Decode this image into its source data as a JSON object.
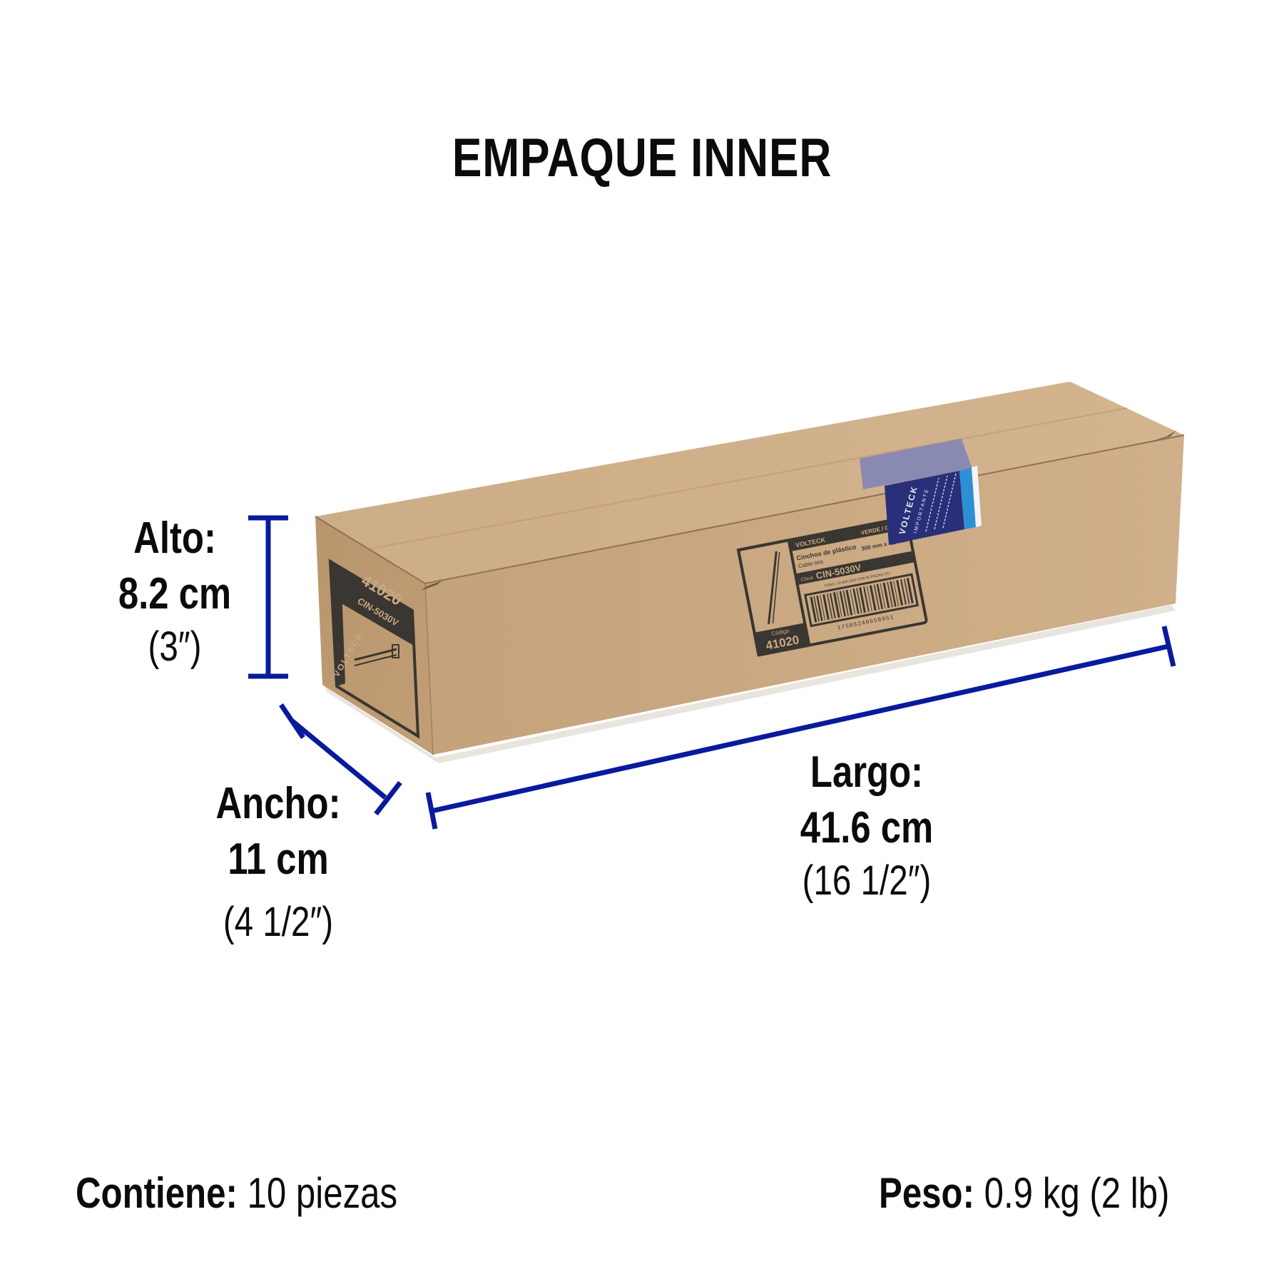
{
  "title": "EMPAQUE INNER",
  "colors": {
    "dimension_marker": "#0a1a9c",
    "cardboard_front": "#c9a982",
    "cardboard_top": "#cdae88",
    "cardboard_side": "#b8966e",
    "print_dark": "#3a3631",
    "seal_blue": "#2a2f7a",
    "seal_stripe": "#2d8fd6",
    "text": "#0b0b0b"
  },
  "dimensions": {
    "alto": {
      "label": "Alto:",
      "metric": "8.2 cm",
      "imperial": "(3″)"
    },
    "ancho": {
      "label": "Ancho:",
      "metric": "11 cm",
      "imperial": "(4 1/2″)"
    },
    "largo": {
      "label": "Largo:",
      "metric": "41.6 cm",
      "imperial": "(16 1/2″)"
    }
  },
  "footer": {
    "contents_label": "Contiene:",
    "contents_value": "10 piezas",
    "weight_label": "Peso:",
    "weight_value": "0.9 kg (2 lb)"
  },
  "box_label": {
    "brand": "VOLTECK",
    "color": "VERDE / GREEN",
    "product_name": "Cinchos de plástico",
    "product_name_en": "Cable ties",
    "size": "300 mm x 4,5 mm",
    "clave_label": "Clave",
    "clave": "CIN-5030V",
    "contents_note": "CONT.: 10 BOLSAS CON 50 PIEZAS C/U",
    "barcode": "17506240658051",
    "codigo_label": "Código",
    "codigo": "41020"
  },
  "end_label": {
    "brand": "VOLTECK",
    "codigo": "41020",
    "clave": "CIN-5030V"
  },
  "seal": {
    "brand": "VOLTECK",
    "text": "IMPORTANTE"
  }
}
